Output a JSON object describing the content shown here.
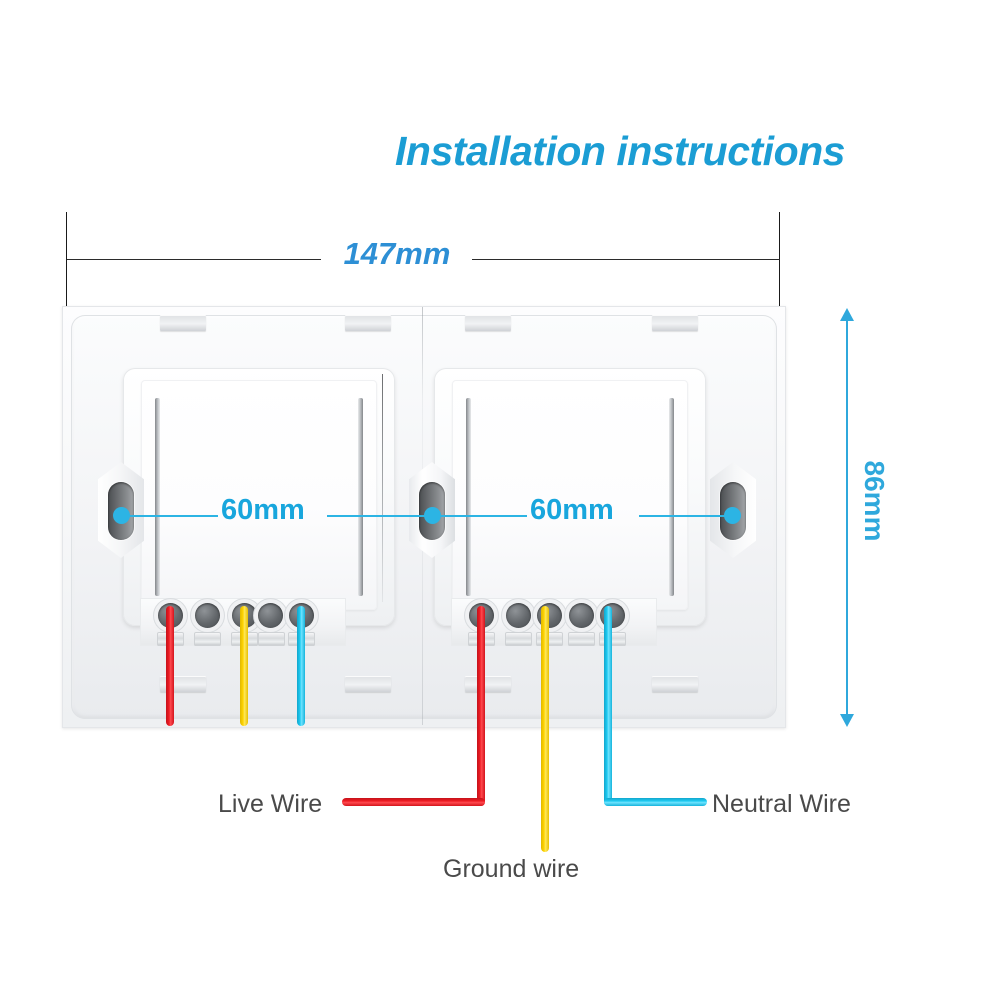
{
  "title": "Installation instructions",
  "dimensions": {
    "width_label": "147mm",
    "height_label": "86mm",
    "module_left_label": "60mm",
    "module_right_label": "60mm"
  },
  "wires": {
    "live": {
      "label": "Live Wire",
      "color": "#ef1c24"
    },
    "ground": {
      "label": "Ground wire",
      "color": "#ffd400"
    },
    "neutral": {
      "label": "Neutral Wire",
      "color": "#1ecbf2"
    }
  },
  "colors": {
    "title_blue": "#1b9dd4",
    "dim_blue": "#2d8fd5",
    "callout_cyan": "#2cb4e4",
    "label_gray": "#4a4a4a",
    "plate_white": "#f3f4f6"
  }
}
